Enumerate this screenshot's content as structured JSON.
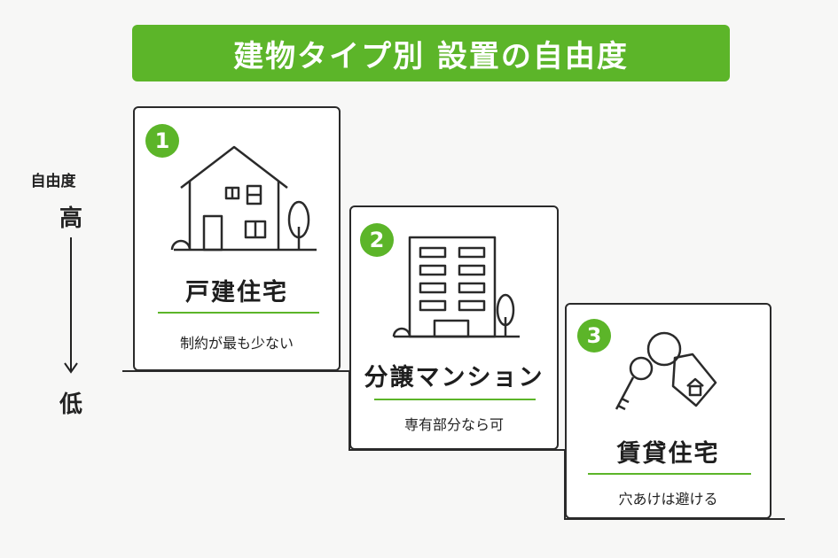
{
  "title": "建物タイプ別 設置の自由度",
  "axis": {
    "label": "自由度",
    "high": "高",
    "low": "低"
  },
  "cards": [
    {
      "number": "1",
      "title": "戸建住宅",
      "description": "制約が最も少ない",
      "icon": "house-icon"
    },
    {
      "number": "2",
      "title": "分譲マンション",
      "description": "専有部分なら可",
      "icon": "apartment-building-icon"
    },
    {
      "number": "3",
      "title": "賃貸住宅",
      "description": "穴あけは避ける",
      "icon": "key-tag-icon"
    }
  ],
  "colors": {
    "accent": "#5cb529",
    "border": "#2a2a2a",
    "background": "#f7f7f6"
  }
}
